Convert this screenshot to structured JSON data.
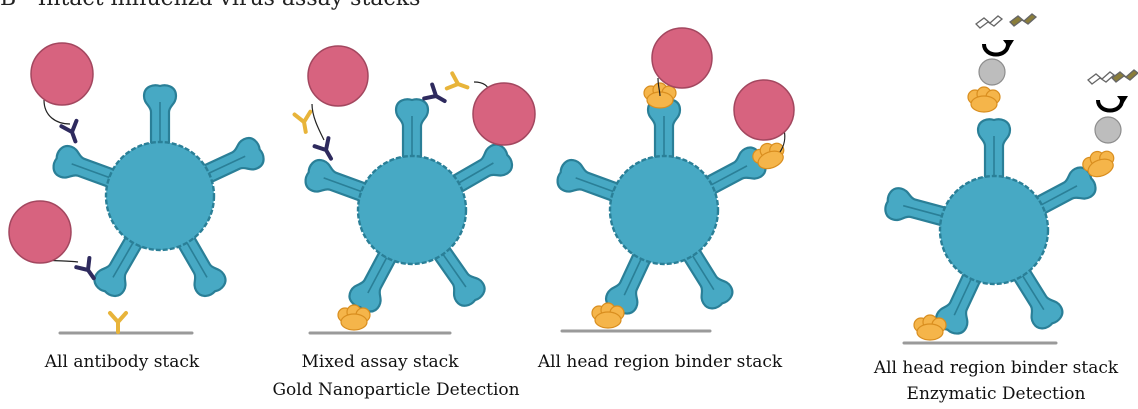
{
  "heading": "B - Intact influenza virus assay stacks",
  "panels": [
    {
      "caption": "All antibody stack",
      "caption2": ""
    },
    {
      "caption": "Mixed assay stack",
      "caption2": "Gold Nanoparticle Detection"
    },
    {
      "caption": "All head region binder stack",
      "caption2": ""
    },
    {
      "caption": "All head region binder stack",
      "caption2": "Enzymatic Detection"
    }
  ],
  "colors": {
    "virus": "#47a9c4",
    "virus_outline": "#2a7f97",
    "gold_particle": "#d7637f",
    "antibody_dark": "#2e2a5e",
    "antibody_yellow": "#e8b43a",
    "binder": "#f5b54a",
    "enzyme": "#bdbdbd",
    "surface": "#9a9a9a"
  }
}
